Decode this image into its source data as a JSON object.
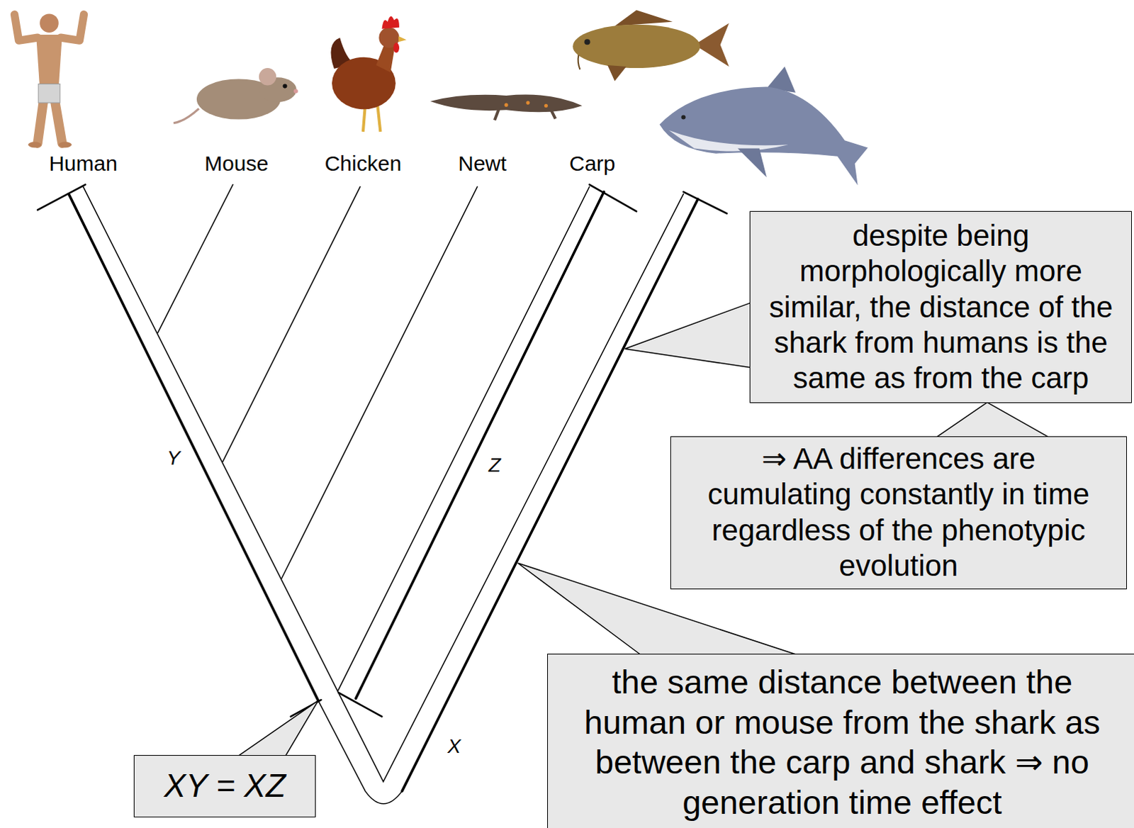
{
  "diagram": {
    "nodes": [
      {
        "text": [
          "despite being morphologically more similar, the distance of the shark from humans is the same as from the carp"
        ]
      },
      {
        "text": [
          "⇒ AA differences are cumulating constantly in time regardless of the phenotypic evolution"
        ]
      },
      {
        "text": [
          "the same distance between the human or mouse from the shark as between the carp and shark ⇒ no generation time effect"
        ]
      },
      {
        "text": [
          "XY = XZ"
        ]
      }
    ],
    "edges": [
      {
        "from": 1,
        "to": 0,
        "arrow": "none"
      }
    ],
    "labels": [
      "Human",
      "Mouse",
      "Chicken",
      "Newt",
      "Carp",
      "Y",
      "Z",
      "X"
    ]
  }
}
